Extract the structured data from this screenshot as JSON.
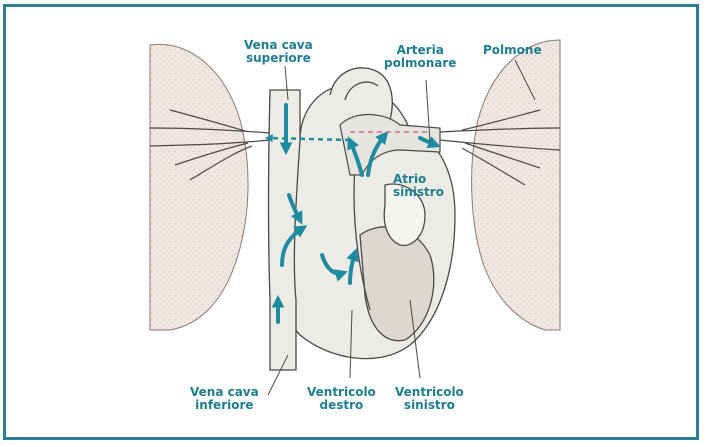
{
  "labels": {
    "vena_cava_superiore": [
      "Vena cava",
      "superiore"
    ],
    "arteria_polmonare": [
      "Arteria",
      "polmonare"
    ],
    "polmone": "Polmone",
    "atrio_sinistro": [
      "Atrio",
      "sinistro"
    ],
    "vena_cava_inferiore": [
      "Vena cava",
      "inferiore"
    ],
    "ventricolo_destro": [
      "Ventricolo",
      "destro"
    ],
    "ventricolo_sinistro": [
      "Ventricolo",
      "sinistro"
    ]
  },
  "colors": {
    "frame": "#2f7f92",
    "label": "#1e7e90",
    "arrow": "#1f8ba0",
    "lung_fill": "#f0e6e2",
    "heart_fill": "#ecebe6",
    "line": "#4a4a4a"
  }
}
